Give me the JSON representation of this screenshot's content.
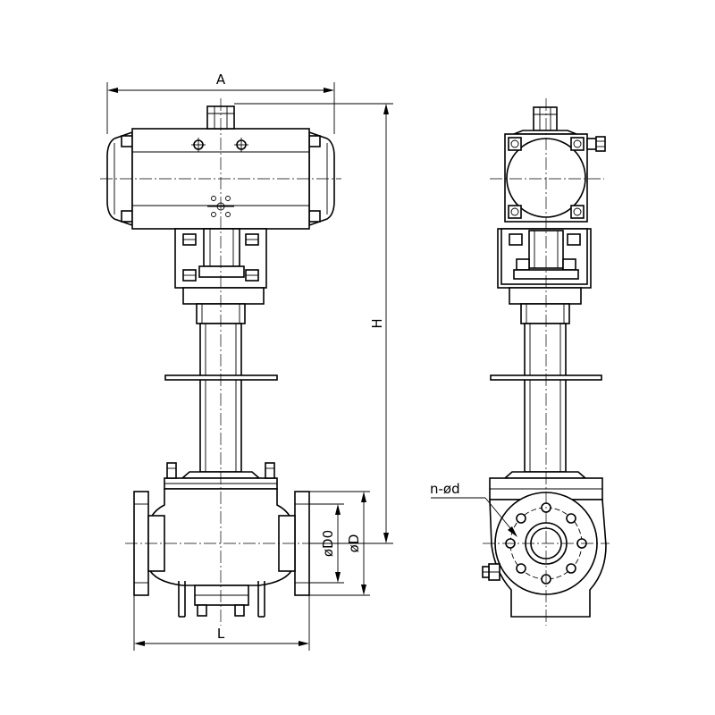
{
  "diagram": {
    "labels": {
      "width_actuator": "A",
      "height_total": "H",
      "length_face_to_face": "L",
      "flange_raised_face_dia": "øD0",
      "flange_outer_dia": "øD",
      "bolt_holes": "n-ød"
    },
    "colors": {
      "line": "#000000",
      "background": "#ffffff"
    }
  }
}
